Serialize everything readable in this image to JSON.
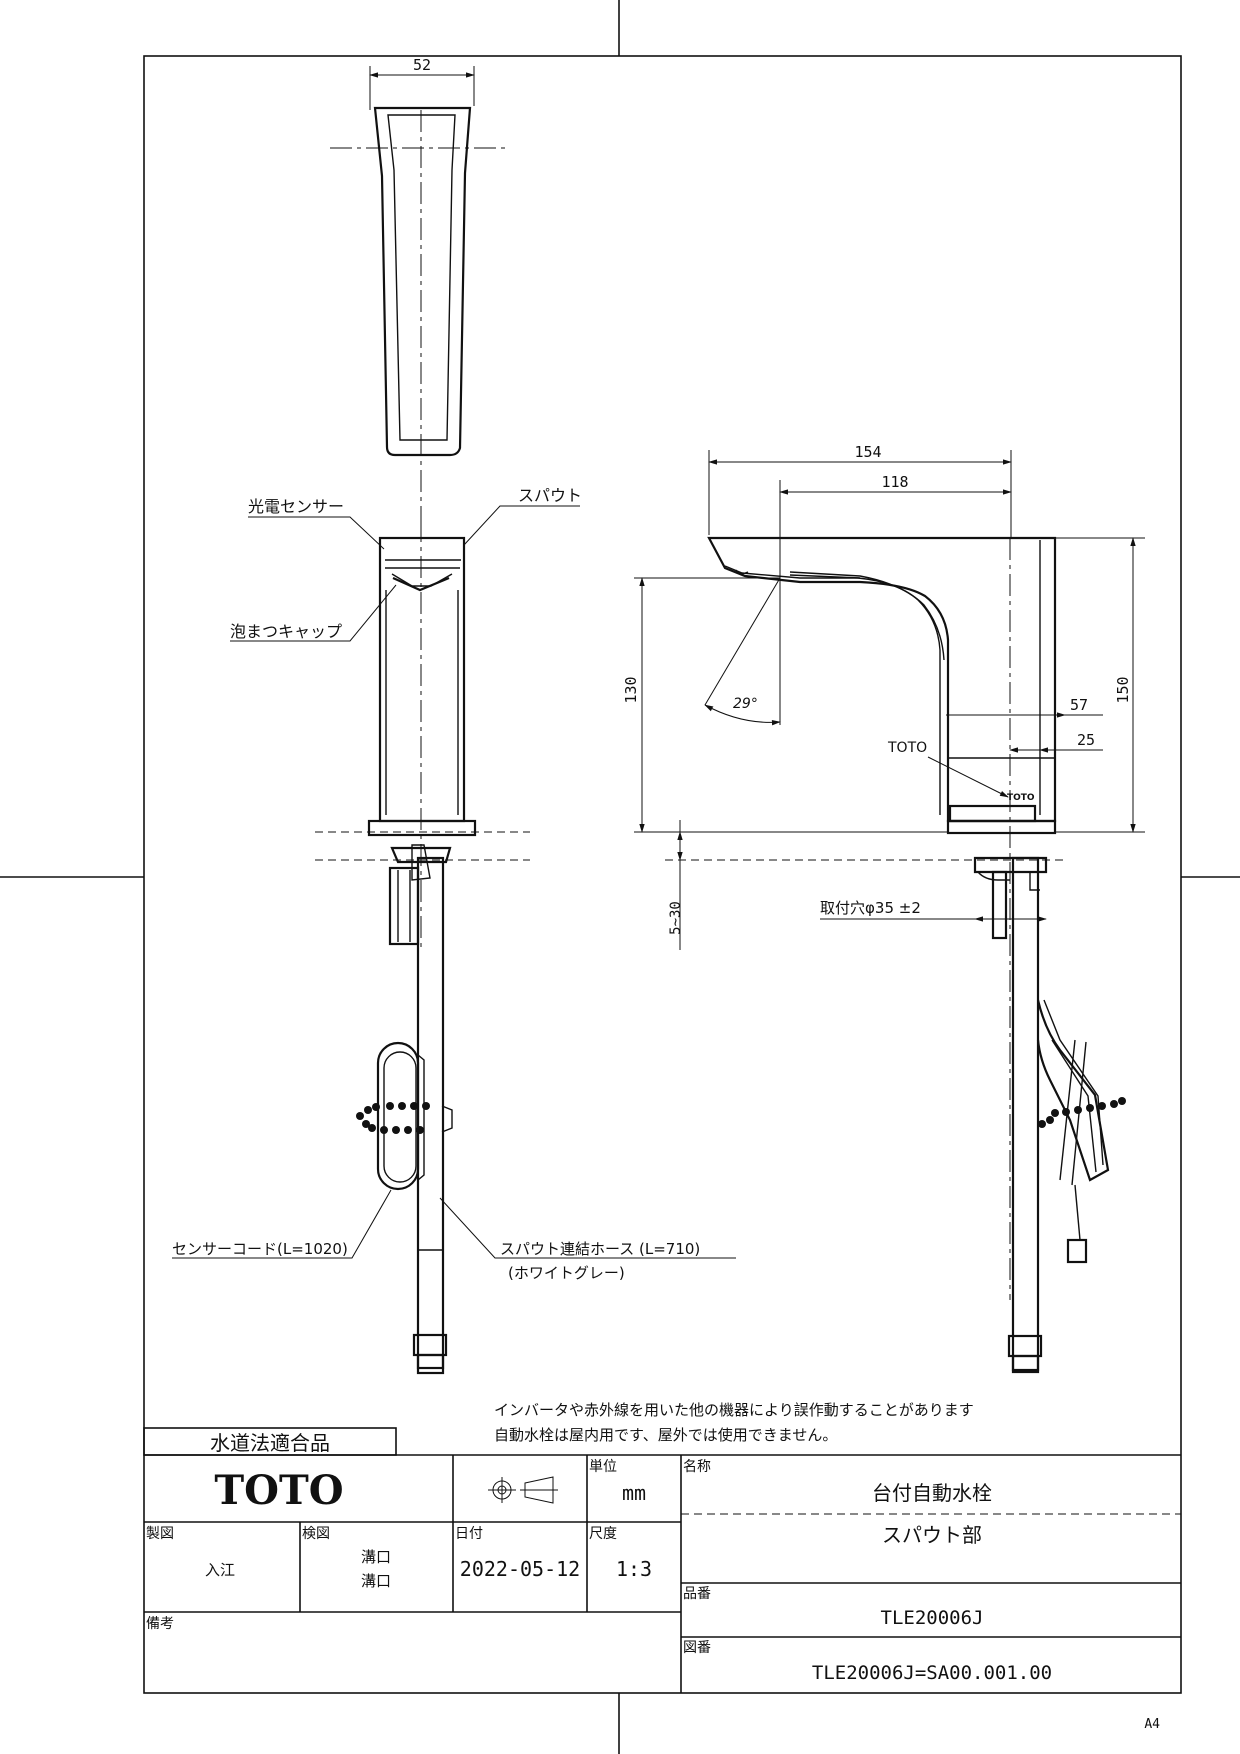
{
  "top_view": {
    "width_dim": "52"
  },
  "front_view": {
    "labels": {
      "sensor": "光電センサー",
      "spout": "スパウト",
      "aerator_cap": "泡まつキャップ",
      "sensor_cord": "センサーコード(L=1020)",
      "hose": "スパウト連結ホース (L=710)",
      "hose_color": "(ホワイトグレー)"
    }
  },
  "side_view": {
    "dims": {
      "reach": "154",
      "reach_inner": "118",
      "total_height": "150",
      "spout_height": "130",
      "angle": "29°",
      "base_width": "57",
      "base_offset": "25",
      "counter_thickness": "5~30",
      "mount_hole": "取付穴φ35 ±2"
    },
    "brand_mark": "TOTO"
  },
  "notes": {
    "line1": "インバータや赤外線を用いた他の機器により誤作動することがあります",
    "line2": "自動水栓は屋内用です、屋外では使用できません。"
  },
  "title_block": {
    "compliance": "水道法適合品",
    "logo": "TOTO",
    "unit_label": "単位",
    "unit_value": "mm",
    "name_label": "名称",
    "product_name": "台付自動水栓",
    "part_name": "スパウト部",
    "drawn_label": "製図",
    "drawn_by": "入江",
    "checked_label": "検図",
    "checked_by_1": "溝口",
    "checked_by_2": "溝口",
    "date_label": "日付",
    "date_value": "2022-05-12",
    "scale_label": "尺度",
    "scale_value": "1:3",
    "product_no_label": "品番",
    "product_no": "TLE20006J",
    "drawing_no_label": "図番",
    "drawing_no": "TLE20006J=SA00.001.00",
    "remarks_label": "備考"
  },
  "paper_size": "A4"
}
